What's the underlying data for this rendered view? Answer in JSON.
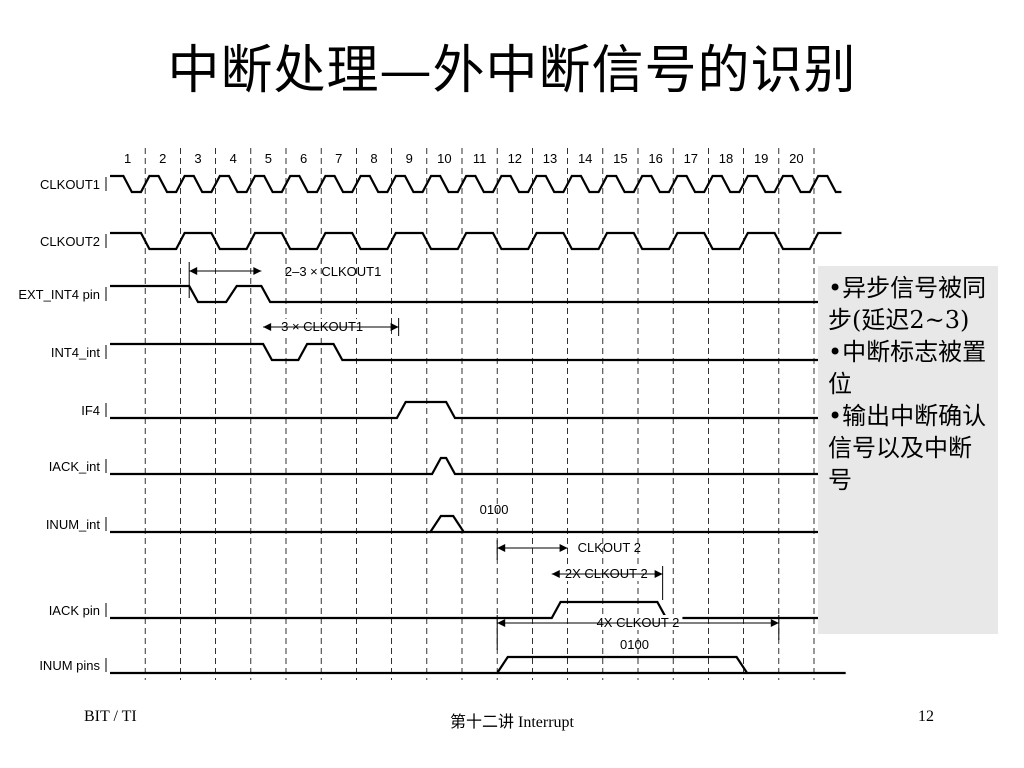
{
  "slide": {
    "title": "中断处理—外中断信号的识别",
    "footer": {
      "left": "BIT / TI",
      "center": "第十二讲 Interrupt",
      "page": "12"
    }
  },
  "diagram": {
    "cycles": [
      "1",
      "2",
      "3",
      "4",
      "5",
      "6",
      "7",
      "8",
      "9",
      "10",
      "11",
      "12",
      "13",
      "14",
      "15",
      "16",
      "17",
      "18",
      "19",
      "20"
    ],
    "signals": [
      {
        "name": "CLKOUT1",
        "kind": "clock",
        "period": 1
      },
      {
        "name": "CLKOUT2",
        "kind": "clock",
        "period": 2
      },
      {
        "name": "EXT_INT4 pin",
        "kind": "wave",
        "levels": [
          [
            0,
            1
          ],
          [
            2.25,
            1
          ],
          [
            2.5,
            0
          ],
          [
            3.3,
            0
          ],
          [
            3.6,
            1
          ],
          [
            4.3,
            1
          ],
          [
            4.55,
            0
          ],
          [
            20,
            0
          ]
        ]
      },
      {
        "name": "INT4_int",
        "kind": "wave",
        "levels": [
          [
            0,
            1
          ],
          [
            4.35,
            1
          ],
          [
            4.6,
            0
          ],
          [
            5.35,
            0
          ],
          [
            5.6,
            1
          ],
          [
            6.35,
            1
          ],
          [
            6.6,
            0
          ],
          [
            20,
            0
          ]
        ]
      },
      {
        "name": "IF4",
        "kind": "wave",
        "levels": [
          [
            0,
            0
          ],
          [
            8.15,
            0
          ],
          [
            8.4,
            1
          ],
          [
            9.55,
            1
          ],
          [
            9.8,
            0
          ],
          [
            20,
            0
          ]
        ]
      },
      {
        "name": "IACK_int",
        "kind": "wave",
        "levels": [
          [
            0,
            0
          ],
          [
            9.15,
            0
          ],
          [
            9.4,
            1
          ],
          [
            9.55,
            1
          ],
          [
            9.8,
            0
          ],
          [
            20,
            0
          ]
        ]
      },
      {
        "name": "INUM_int",
        "kind": "bus",
        "start": 9.1,
        "end": 10.05,
        "value": "0100"
      },
      {
        "name": "IACK pin",
        "kind": "wave",
        "levels": [
          [
            0,
            0
          ],
          [
            12.55,
            0
          ],
          [
            12.8,
            1
          ],
          [
            15.55,
            1
          ],
          [
            15.8,
            0
          ],
          [
            20,
            0
          ]
        ]
      },
      {
        "name": "INUM pins",
        "kind": "bus",
        "start": 11.0,
        "end": 18.1,
        "value": "0100"
      }
    ],
    "annotations": [
      {
        "text": "2–3 × CLKOUT1"
      },
      {
        "text": "3 × CLKOUT1"
      },
      {
        "text": "CLKOUT 2"
      },
      {
        "text": "2X CLKOUT 2"
      },
      {
        "text": "4X CLKOUT 2"
      }
    ]
  },
  "notes": [
    "•异步信号被同步(延迟2~3)",
    "•中断标志被置位",
    "•输出中断确认信号以及中断号"
  ]
}
